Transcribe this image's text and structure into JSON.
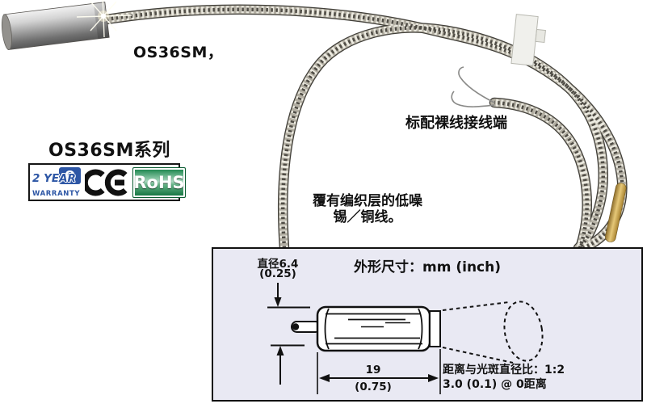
{
  "labels": {
    "model": "OS36SM，",
    "bare_wire_note": "标配裸线接线端",
    "series_title": "OS36SM系列",
    "cable_note_line1": "覆有编织层的低噪",
    "cable_note_line2": "锡／铜线。"
  },
  "badges": {
    "warranty": {
      "line1": "2 YEAR",
      "line2": "WARRANTY",
      "omega_glyph": "Ω",
      "color": "#2d56a5"
    },
    "ce": {
      "label": "CE",
      "color": "#111111"
    },
    "rohs": {
      "label": "RoHS",
      "color_dark": "#0c6f3a",
      "color_light": "#a9d9bf"
    }
  },
  "diagram": {
    "title": "外形尺寸：mm (inch)",
    "background_color": "#e9e9f3",
    "diameter": {
      "mm": "直径6.4",
      "inch": "(0.25)"
    },
    "length": {
      "mm": "19",
      "inch": "(0.75)"
    },
    "spot_ratio_line1": "距离与光斑直径比：1:2",
    "spot_ratio_line2": "3.0 (0.1) @ 0距离"
  },
  "photo": {
    "parts": [
      "sensor-probe",
      "braided-cable",
      "cable-tag",
      "bare-wires",
      "brass-ferrule"
    ],
    "cable_color": "#b3afa3",
    "brass_color": "#caa251"
  }
}
